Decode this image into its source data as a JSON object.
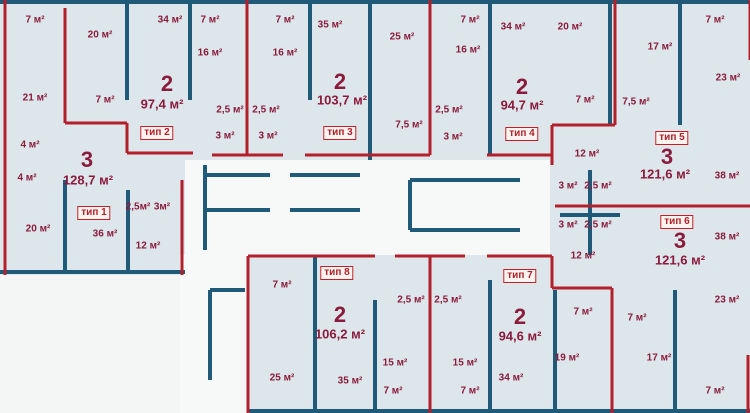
{
  "colors": {
    "wall": "#1f5a78",
    "boundary": "#b3202c",
    "floor": "#dde6ea",
    "text": "#8a1b3c"
  },
  "apartments": [
    {
      "type": "тип 1",
      "rooms": "3",
      "area": "128,7 м²"
    },
    {
      "type": "тип 2",
      "rooms": "2",
      "area": "97,4 м²"
    },
    {
      "type": "тип 3",
      "rooms": "2",
      "area": "103,7 м²"
    },
    {
      "type": "тип 4",
      "rooms": "2",
      "area": "94,7 м²"
    },
    {
      "type": "тип 5",
      "rooms": "3",
      "area": "121,6 м²"
    },
    {
      "type": "тип 6",
      "rooms": "3",
      "area": "121,6 м²"
    },
    {
      "type": "тип 7",
      "rooms": "2",
      "area": "94,6 м²"
    },
    {
      "type": "тип 8",
      "rooms": "2",
      "area": "106,2 м²"
    }
  ],
  "rooms": [
    "7 м²",
    "20 м²",
    "21 м²",
    "4 м²",
    "4 м²",
    "7 м²",
    "34 м²",
    "7 м²",
    "16 м²",
    "2,5 м²",
    "3 м²",
    "7 м²",
    "16 м²",
    "2,5 м²",
    "3 м²",
    "35 м²",
    "25 м²",
    "7,5 м²",
    "7 м²",
    "16 м²",
    "2,5 м²",
    "3 м²",
    "34 м²",
    "20 м²",
    "7 м²",
    "17 м²",
    "7,5 м²",
    "7 м²",
    "23 м²",
    "38 м²",
    "12 м²",
    "3 м²",
    "2,5 м²",
    "36 м²",
    "2,5м²",
    "3м²",
    "20 м²",
    "12 м²",
    "7 м²",
    "25 м²",
    "35 м²",
    "2,5 м²",
    "2,5 м²",
    "15 м²",
    "15 м²",
    "7 м²",
    "7 м²",
    "34 м²",
    "7 м²",
    "19 м²",
    "7 м²",
    "17 м²",
    "7 м²",
    "23 м²",
    "38 м²",
    "12 м²",
    "3 м²",
    "2,5 м²"
  ]
}
